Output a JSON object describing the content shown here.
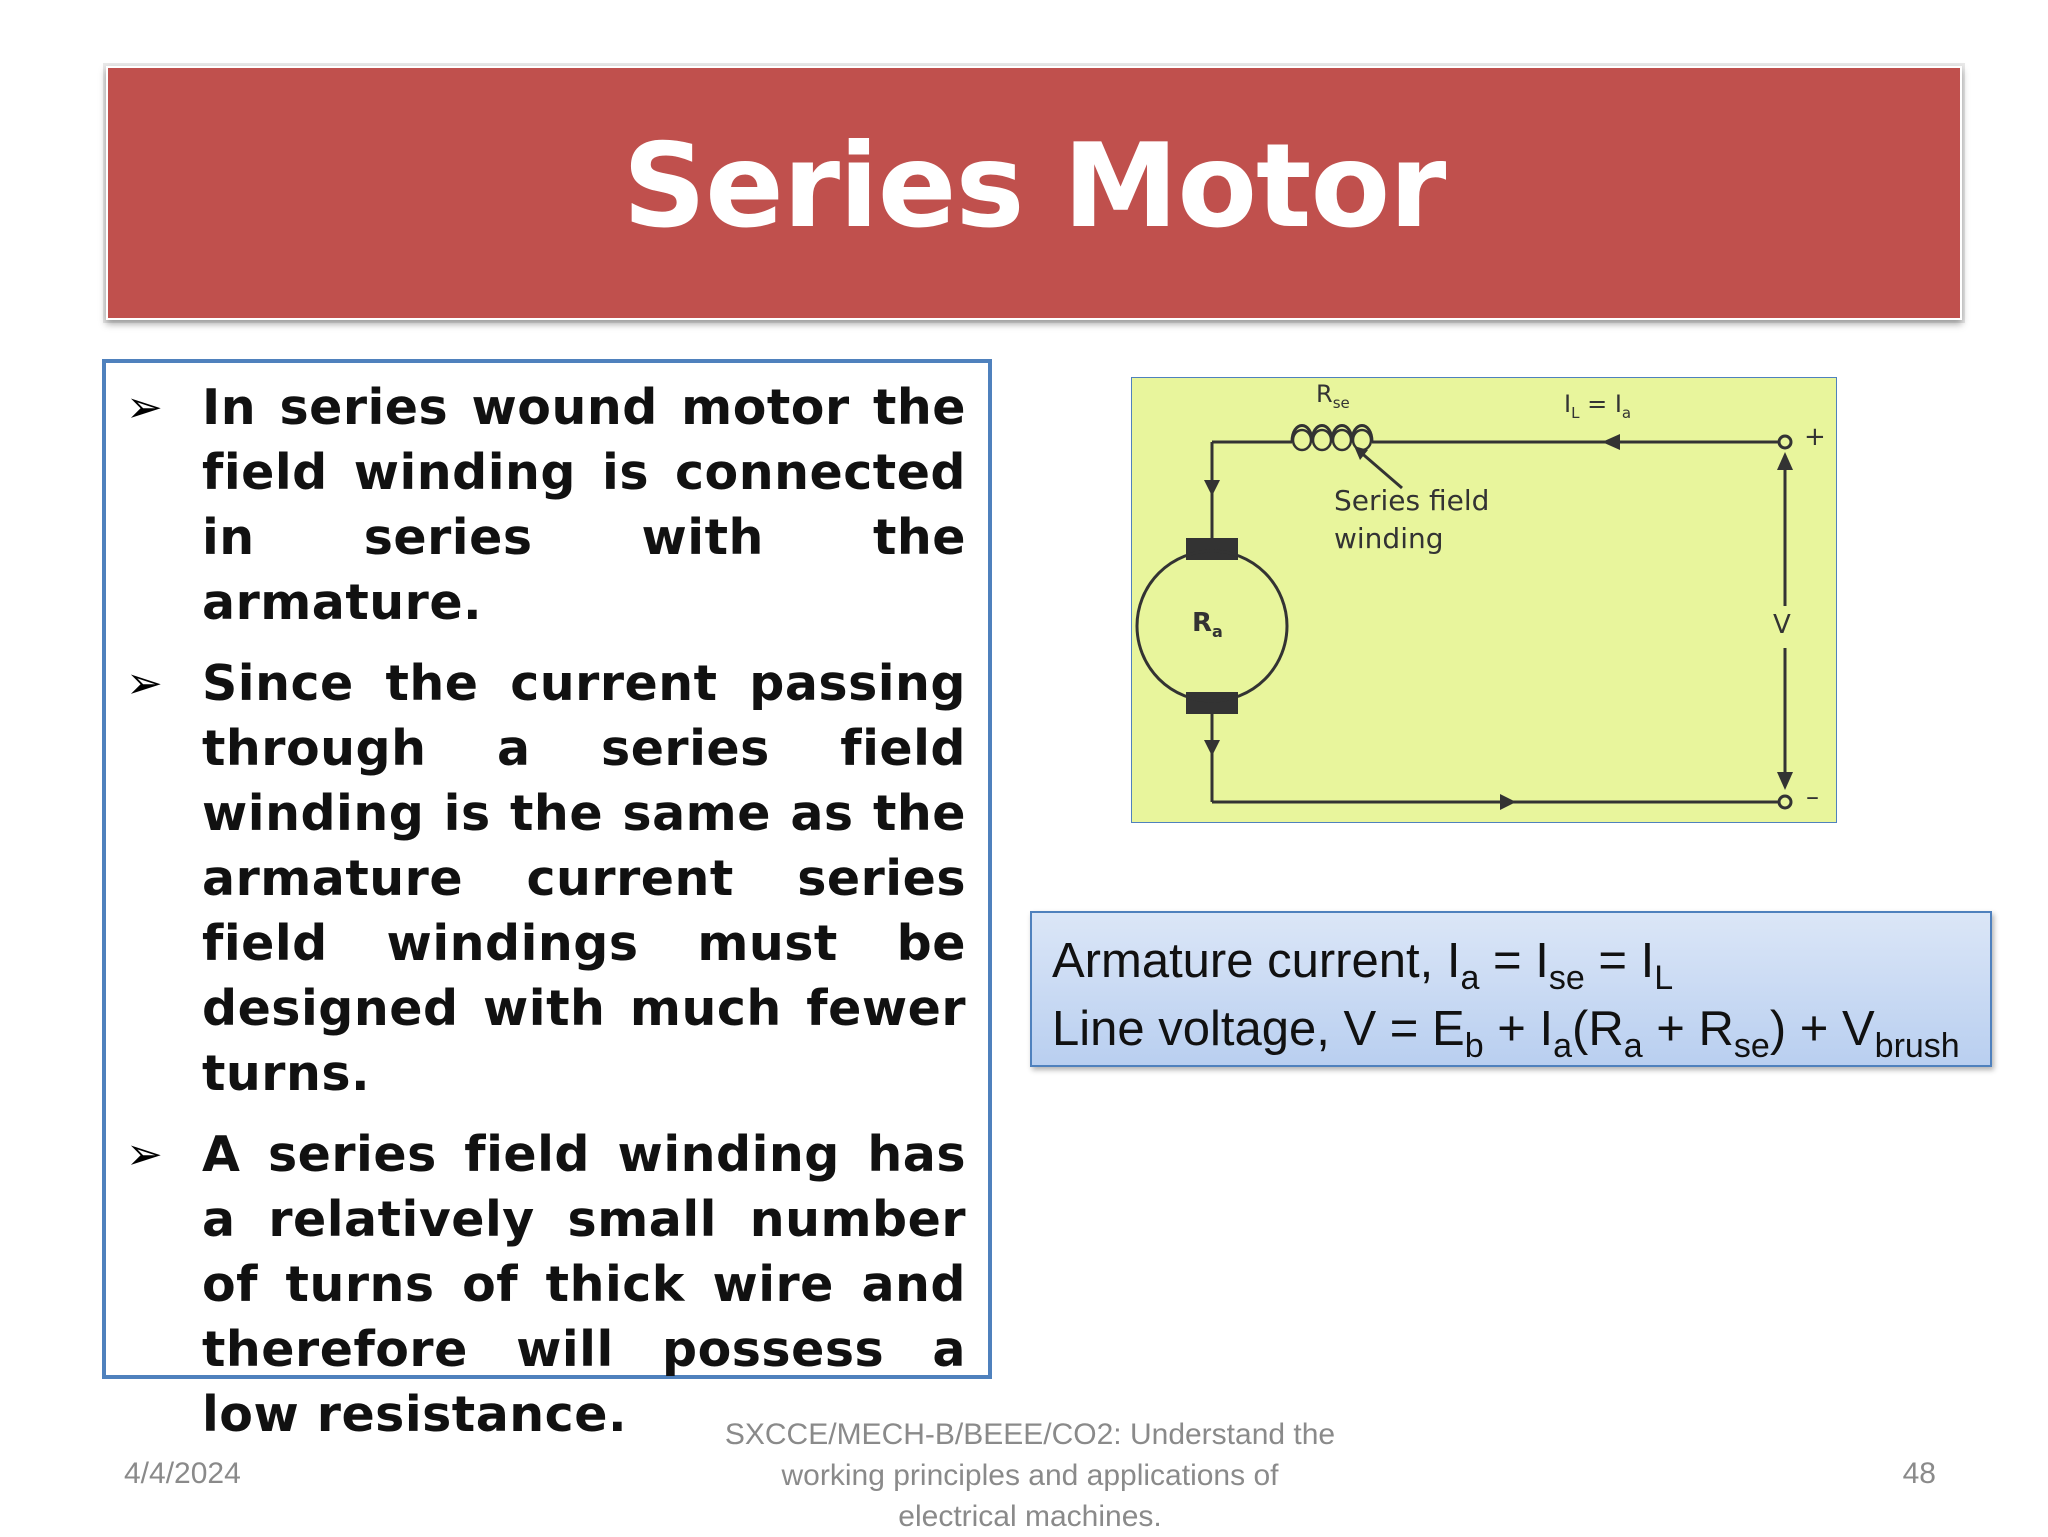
{
  "slide": {
    "title": "Series Motor",
    "bullets": [
      "In series wound motor the field winding is connected in series with the armature.",
      "Since the current passing through a series field winding is the same as the armature current series field windings must be designed with much fewer turns.",
      "A series field winding has a relatively small number of turns of thick wire and therefore will possess a low resistance."
    ],
    "bullet_icon": "arrowhead-bullet-icon"
  },
  "circuit": {
    "rse_label": "R",
    "rse_sub": "se",
    "current_label": "I",
    "current_sub_l": "L",
    "current_sub_a": "a",
    "field_label_1": "Series field",
    "field_label_2": "winding",
    "ra_label": "R",
    "ra_sub": "a",
    "v_label": "V",
    "plus": "+",
    "minus": "–"
  },
  "formulas": {
    "line1": {
      "a": "Armature current, I",
      "a_sub": "a",
      "b": " = I",
      "b_sub": "se",
      "c": " = I",
      "c_sub": "L"
    },
    "line2": {
      "a": "Line voltage, V = E",
      "a_sub": "b",
      "b": " + I",
      "b_sub": "a",
      "c": "(R",
      "c_sub": "a",
      "d": " + R",
      "d_sub": "se",
      "e": ") + V",
      "e_sub": "brush"
    }
  },
  "footer": {
    "date": "4/4/2024",
    "center_lines": [
      "SXCCE/MECH-B/BEEE/CO2: Understand the",
      "working principles and applications of",
      "electrical machines."
    ],
    "page": "48"
  },
  "colors": {
    "title_band": "#c0504d",
    "box_border": "#4f81bd",
    "circuit_bg": "#e8f59c"
  }
}
